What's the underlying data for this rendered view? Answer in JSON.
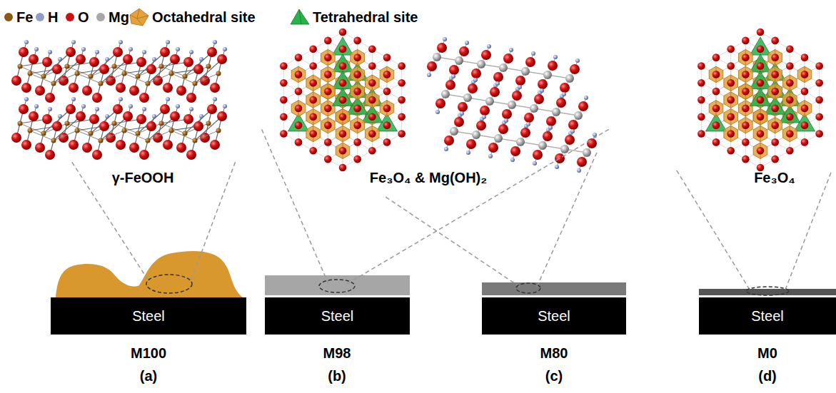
{
  "diagram": {
    "nodes": [
      {
        "text": [
          "Steel"
        ]
      },
      {
        "text": [
          "Steel"
        ]
      },
      {
        "text": [
          "Steel"
        ]
      },
      {
        "text": [
          "Steel"
        ]
      }
    ],
    "labels": [
      "γ-FeOOH",
      "Fe₃O₄ & Mg(OH)₂",
      "Fe₃O₄",
      "M100",
      "(a)",
      "M98",
      "(b)",
      "M80",
      "(c)",
      "M0",
      "(d)"
    ],
    "legend": [
      {
        "text": "Fe",
        "color": "#8b5a14"
      },
      {
        "text": "H",
        "color": "#8fa0c8"
      },
      {
        "text": "O",
        "color": "#d01010"
      },
      {
        "text": "Mg",
        "color": "#a8a8a8"
      },
      {
        "text": "Octahedral site",
        "color": "#e3a23c"
      },
      {
        "text": "Tetrahedral site",
        "color": "#27b24a"
      }
    ]
  }
}
